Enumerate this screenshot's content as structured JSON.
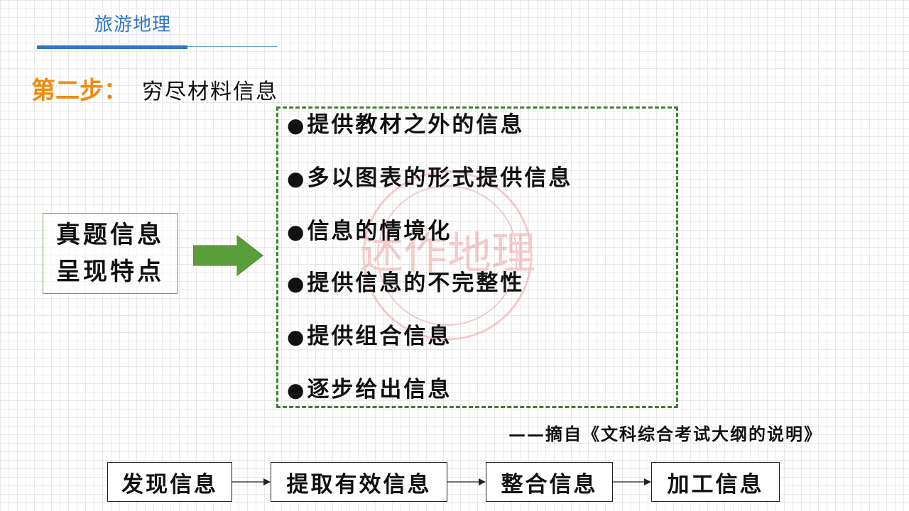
{
  "header": {
    "title": "旅游地理"
  },
  "step": {
    "label": "第二步：",
    "text": "穷尽材料信息"
  },
  "topic_box": {
    "line1": "真题信息",
    "line2": "呈现特点"
  },
  "features": [
    {
      "bullet": "●",
      "text": "提供教材之外的信息"
    },
    {
      "bullet": "●",
      "text": "多以图表的形式提供信息"
    },
    {
      "bullet": "●",
      "text": "信息的情境化"
    },
    {
      "bullet": "●",
      "text": "提供信息的不完整性"
    },
    {
      "bullet": "●",
      "text": "提供组合信息"
    },
    {
      "bullet": "●",
      "text": "逐步给出信息"
    }
  ],
  "source_note": "——摘自《文科综合考试大纲的说明》",
  "flow": [
    {
      "label": "发现信息"
    },
    {
      "label": "提取有效信息"
    },
    {
      "label": "整合信息"
    },
    {
      "label": "加工信息"
    }
  ],
  "watermark": {
    "text": "述作地理"
  },
  "colors": {
    "header_blue": "#2f76c6",
    "step_orange": "#f08a0f",
    "box_green": "#3f7f2f",
    "arrow_green": "#5a9e3a",
    "watermark_red": "#e07070"
  }
}
